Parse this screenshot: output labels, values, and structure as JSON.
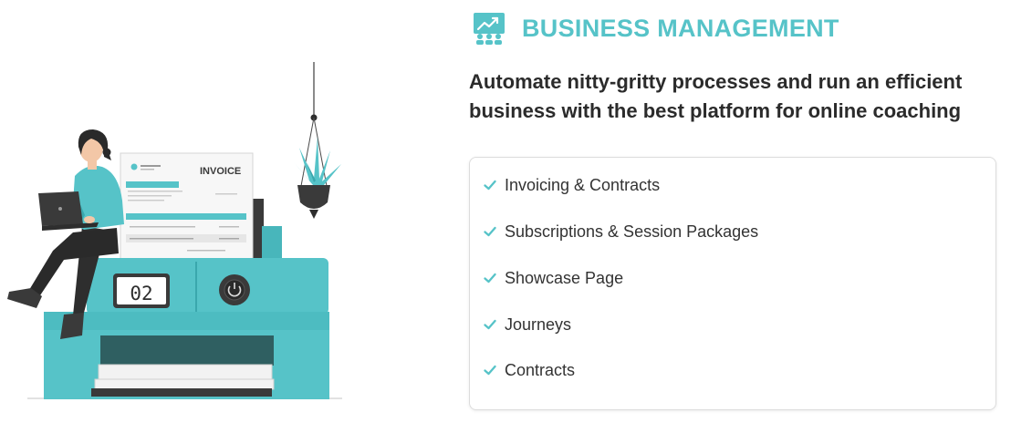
{
  "header": {
    "title": "BUSINESS MANAGEMENT",
    "icon": "business-growth-icon",
    "accent_color": "#56c3c8"
  },
  "subtitle": {
    "line1": "Automate nitty-gritty processes and run an efficient",
    "line2": "business with the best platform for online coaching"
  },
  "features": {
    "check_icon": "checkmark-icon",
    "items": [
      {
        "label": "Invoicing & Contracts"
      },
      {
        "label": "Subscriptions & Session Packages"
      },
      {
        "label": "Showcase Page"
      },
      {
        "label": "Journeys"
      },
      {
        "label": "Contracts"
      }
    ]
  },
  "illustration": {
    "invoice_title": "INVOICE",
    "display_value": "02"
  }
}
